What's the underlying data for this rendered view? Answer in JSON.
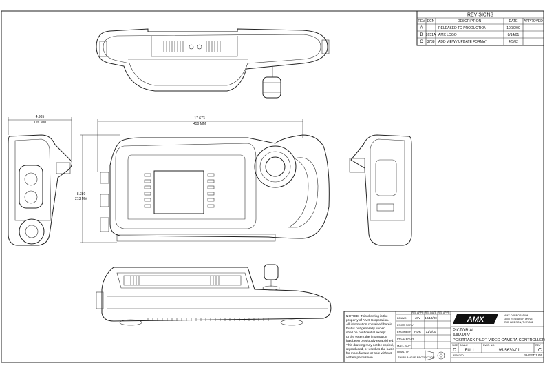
{
  "revisions": {
    "title": "REVISIONS",
    "headers": [
      "REV",
      "ECN",
      "DESCRIPTION",
      "DATE",
      "APPROVED"
    ],
    "rows": [
      {
        "rev": "A",
        "ecn": "",
        "desc": "RELEASED TO PRODUCTION",
        "date": "10/30/00",
        "approved": ""
      },
      {
        "rev": "B",
        "ecn": "2651A",
        "desc": "AMX LOGO",
        "date": "8/14/01",
        "approved": ""
      },
      {
        "rev": "C",
        "ecn": "3738",
        "desc": "ADD VIEW / UPDATE FORMAT",
        "date": "4/5/02",
        "approved": ""
      }
    ]
  },
  "dimensions": {
    "depth_in": "4.985",
    "depth_mm": "126 MM",
    "width_in": "17.673",
    "width_mm": "450 MM",
    "height_in": "8.380",
    "height_mm": "213 MM"
  },
  "title_block": {
    "notice": [
      "NOTICE:  This drawing is the",
      "property of AMX Corporation.",
      "All information contained herein",
      "that is not generally known",
      "shall be confidential except",
      "to the extent the information",
      "has been previously established.",
      "This drawing may not be copied,",
      "reproduced, or used as the basis",
      "for manufacture or sale without",
      "written permission."
    ],
    "sig_headers": [
      "",
      "",
      "REL APPR",
      "REL DATE",
      "REL APPR"
    ],
    "sig_rows": [
      {
        "role": "DRAWN",
        "init": "JSV",
        "date": "10/13/00"
      },
      {
        "role": "ENGR SERV",
        "init": "",
        "date": ""
      },
      {
        "role": "ENGINEER",
        "init": "RDR",
        "date": "11/1/00"
      },
      {
        "role": "PROD ENGR",
        "init": "",
        "date": ""
      },
      {
        "role": "MATL SUP",
        "init": "",
        "date": ""
      },
      {
        "role": "QUALITY",
        "init": "",
        "date": ""
      }
    ],
    "projection_label": "THIRD ANGLE PROJECTION",
    "logo": "AMX",
    "company": [
      "AMX CORPORATION",
      "3000 RESEARCH DRIVE",
      "RICHARDSON, TX 75082"
    ],
    "title_lines": [
      "PICTORIAL",
      "AXP-PLV",
      "POSITRACK PILOT  VIDEO CAMERA CONTROLLER"
    ],
    "size_label": "SIZE",
    "size": "D",
    "scale_label": "SCALE",
    "scale": "FULL",
    "dwg_label": "DWG. NO.",
    "dwg_no": "95-5630-01",
    "rev_label": "REV",
    "rev": "C",
    "part_no": "95563001",
    "sheet": "SHEET  1 OF 1"
  }
}
